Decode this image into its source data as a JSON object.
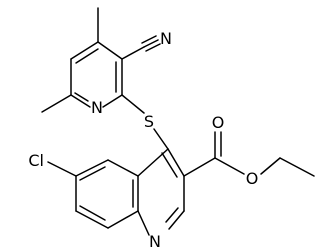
{
  "structure": {
    "atom_labels": {
      "nitrile_n": "N",
      "pyridine_n": "N",
      "thioether_s": "S",
      "carbonyl_o": "O",
      "ester_o": "O",
      "chlorine": "Cl",
      "quinoline_n": "N"
    }
  }
}
